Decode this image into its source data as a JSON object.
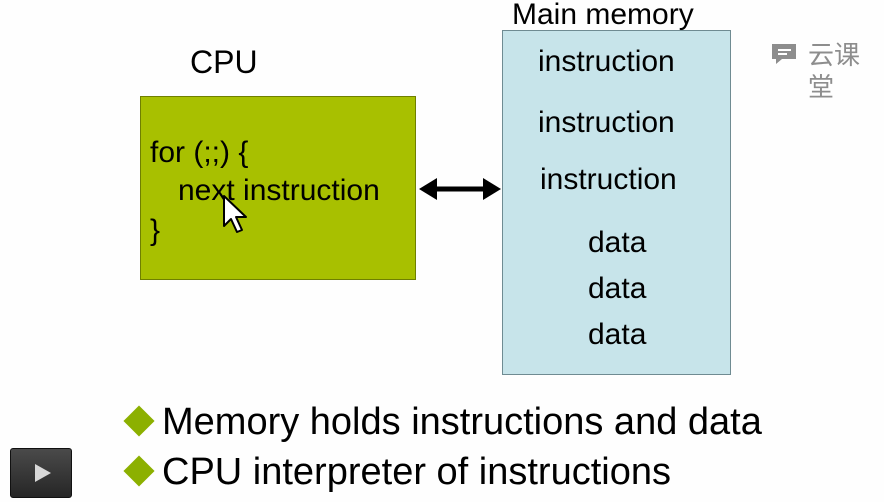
{
  "slide": {
    "cpu_label": "CPU",
    "memory_label": "Main memory",
    "cpu_code": {
      "line1": "for (;;) {",
      "line2": "next instruction",
      "line3": "}"
    },
    "memory_items": [
      "instruction",
      "instruction",
      "instruction",
      "data",
      "data",
      "data"
    ],
    "bullets": [
      "Memory holds instructions and data",
      "CPU interpreter of instructions"
    ]
  },
  "watermark": {
    "text": "云课堂",
    "icon": "chat-bubble-icon"
  },
  "player": {
    "play_icon": "play-icon"
  },
  "colors": {
    "cpu_fill": "#a8c000",
    "memory_fill": "#c7e4ea",
    "bullet": "#8cb000"
  }
}
